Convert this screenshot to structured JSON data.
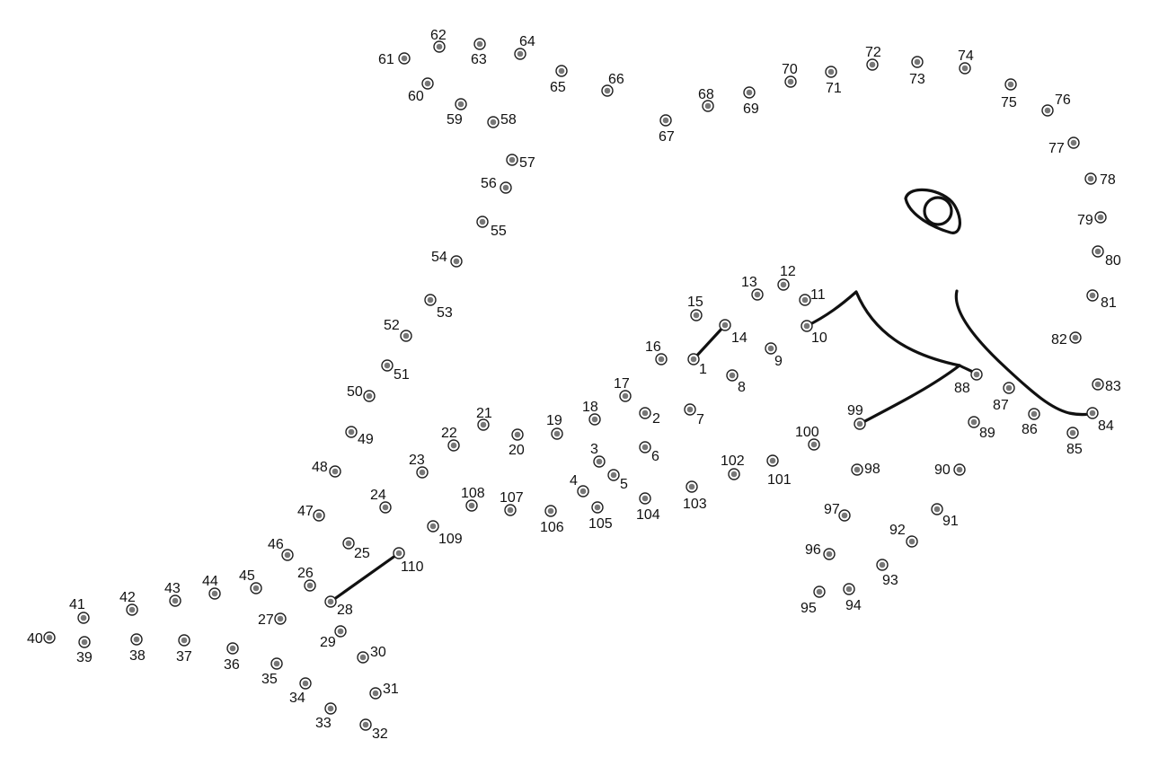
{
  "puzzle": {
    "dots": [
      {
        "n": "1"
      },
      {
        "n": "2"
      },
      {
        "n": "3"
      },
      {
        "n": "4"
      },
      {
        "n": "5"
      },
      {
        "n": "6"
      },
      {
        "n": "7"
      },
      {
        "n": "8"
      },
      {
        "n": "9"
      },
      {
        "n": "10"
      },
      {
        "n": "11"
      },
      {
        "n": "12"
      },
      {
        "n": "13"
      },
      {
        "n": "14"
      },
      {
        "n": "15"
      },
      {
        "n": "16"
      },
      {
        "n": "17"
      },
      {
        "n": "18"
      },
      {
        "n": "19"
      },
      {
        "n": "20"
      },
      {
        "n": "21"
      },
      {
        "n": "22"
      },
      {
        "n": "23"
      },
      {
        "n": "24"
      },
      {
        "n": "25"
      },
      {
        "n": "26"
      },
      {
        "n": "27"
      },
      {
        "n": "28"
      },
      {
        "n": "29"
      },
      {
        "n": "30"
      },
      {
        "n": "31"
      },
      {
        "n": "32"
      },
      {
        "n": "33"
      },
      {
        "n": "34"
      },
      {
        "n": "35"
      },
      {
        "n": "36"
      },
      {
        "n": "37"
      },
      {
        "n": "38"
      },
      {
        "n": "39"
      },
      {
        "n": "40"
      },
      {
        "n": "41"
      },
      {
        "n": "42"
      },
      {
        "n": "43"
      },
      {
        "n": "44"
      },
      {
        "n": "45"
      },
      {
        "n": "46"
      },
      {
        "n": "47"
      },
      {
        "n": "48"
      },
      {
        "n": "49"
      },
      {
        "n": "50"
      },
      {
        "n": "51"
      },
      {
        "n": "52"
      },
      {
        "n": "53"
      },
      {
        "n": "54"
      },
      {
        "n": "55"
      },
      {
        "n": "56"
      },
      {
        "n": "57"
      },
      {
        "n": "58"
      },
      {
        "n": "59"
      },
      {
        "n": "60"
      },
      {
        "n": "61"
      },
      {
        "n": "62"
      },
      {
        "n": "63"
      },
      {
        "n": "64"
      },
      {
        "n": "65"
      },
      {
        "n": "66"
      },
      {
        "n": "67"
      },
      {
        "n": "68"
      },
      {
        "n": "69"
      },
      {
        "n": "70"
      },
      {
        "n": "71"
      },
      {
        "n": "72"
      },
      {
        "n": "73"
      },
      {
        "n": "74"
      },
      {
        "n": "75"
      },
      {
        "n": "76"
      },
      {
        "n": "77"
      },
      {
        "n": "78"
      },
      {
        "n": "79"
      },
      {
        "n": "80"
      },
      {
        "n": "81"
      },
      {
        "n": "82"
      },
      {
        "n": "83"
      },
      {
        "n": "84"
      },
      {
        "n": "85"
      },
      {
        "n": "86"
      },
      {
        "n": "87"
      },
      {
        "n": "88"
      },
      {
        "n": "89"
      },
      {
        "n": "90"
      },
      {
        "n": "91"
      },
      {
        "n": "92"
      },
      {
        "n": "93"
      },
      {
        "n": "94"
      },
      {
        "n": "95"
      },
      {
        "n": "96"
      },
      {
        "n": "97"
      },
      {
        "n": "98"
      },
      {
        "n": "99"
      },
      {
        "n": "100"
      },
      {
        "n": "101"
      },
      {
        "n": "102"
      },
      {
        "n": "103"
      },
      {
        "n": "104"
      },
      {
        "n": "105"
      },
      {
        "n": "106"
      },
      {
        "n": "107"
      },
      {
        "n": "108"
      },
      {
        "n": "109"
      },
      {
        "n": "110"
      }
    ],
    "colors": {
      "ink": "#111111",
      "dot_fill": "#777777"
    }
  }
}
